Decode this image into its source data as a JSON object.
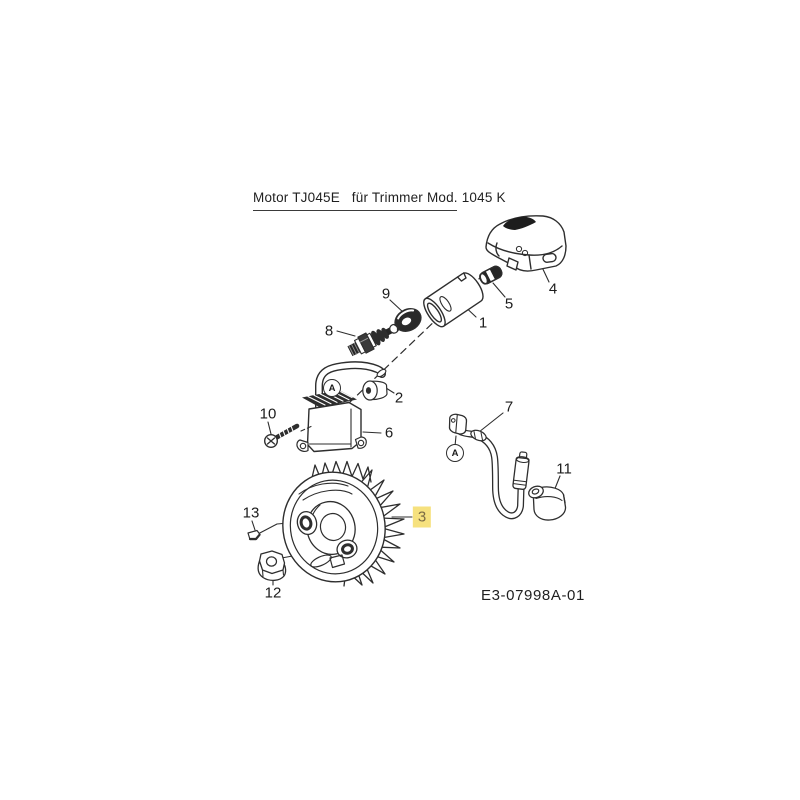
{
  "colors": {
    "highlight-bg": "#f6e17e",
    "highlight-text": "#7b6b45",
    "ink": "#2e2e2e",
    "label": "#1c1c1c"
  },
  "title": "Motor TJ045E   für Trimmer Mod. 1045 K",
  "drawing_code": "E3-07998A-01",
  "selected_part": "3",
  "callouts": [
    {
      "num": "1"
    },
    {
      "num": "2"
    },
    {
      "num": "3",
      "highlighted": true
    },
    {
      "num": "4"
    },
    {
      "num": "5"
    },
    {
      "num": "6"
    },
    {
      "num": "7"
    },
    {
      "num": "8"
    },
    {
      "num": "9"
    },
    {
      "num": "10"
    },
    {
      "num": "11"
    },
    {
      "num": "12"
    },
    {
      "num": "13"
    }
  ],
  "markers": [
    {
      "label": "A"
    },
    {
      "label": "A"
    }
  ]
}
